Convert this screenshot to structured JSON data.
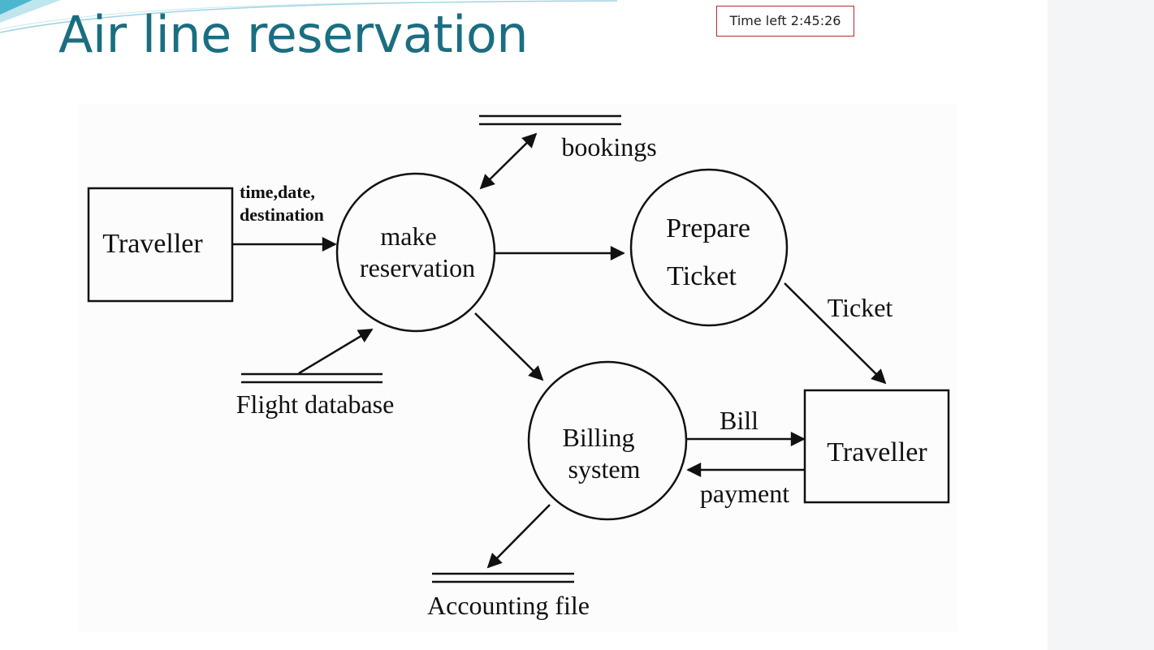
{
  "title": "Air line reservation",
  "timer": "Time left 2:45:26",
  "diagram": {
    "entities": {
      "traveller_left": "Traveller",
      "traveller_right": "Traveller"
    },
    "processes": {
      "make_reservation": [
        "make",
        "reservation"
      ],
      "prepare_ticket": [
        "Prepare",
        "Ticket"
      ],
      "billing_system": [
        "Billing",
        "system"
      ]
    },
    "stores": {
      "bookings": "bookings",
      "flight_database": "Flight database",
      "accounting_file": "Accounting file"
    },
    "flows": {
      "travel_info": [
        "time,date,",
        "destination"
      ],
      "ticket": "Ticket",
      "bill": "Bill",
      "payment": "payment"
    }
  },
  "colors": {
    "title": "#1a6e82",
    "timer_border": "#b32a2a",
    "diagram_stroke": "#111111"
  }
}
